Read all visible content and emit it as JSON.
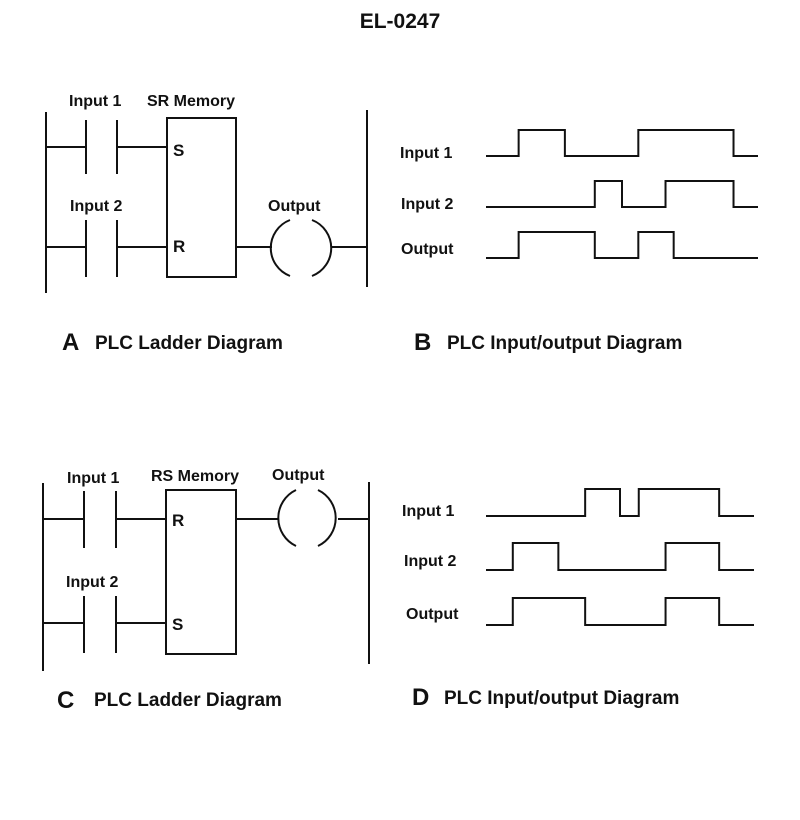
{
  "title": "EL-0247",
  "panels": {
    "A": {
      "letter": "A",
      "caption": "PLC Ladder Diagram",
      "input1": "Input 1",
      "input2": "Input 2",
      "block": "SR Memory",
      "top_pin": "S",
      "bottom_pin": "R",
      "output": "Output"
    },
    "B": {
      "letter": "B",
      "caption": "PLC Input/output Diagram",
      "rows": [
        "Input 1",
        "Input 2",
        "Output"
      ]
    },
    "C": {
      "letter": "C",
      "caption": "PLC Ladder Diagram",
      "input1": "Input 1",
      "input2": "Input 2",
      "block": "RS Memory",
      "top_pin": "R",
      "bottom_pin": "S",
      "output": "Output"
    },
    "D": {
      "letter": "D",
      "caption": "PLC Input/output Diagram",
      "rows": [
        "Input 1",
        "Input 2",
        "Output"
      ]
    }
  },
  "timing": {
    "B": [
      [
        [
          0.12,
          0.29
        ],
        [
          0.56,
          0.91
        ]
      ],
      [
        [
          0.4,
          0.5
        ],
        [
          0.66,
          0.91
        ]
      ],
      [
        [
          0.12,
          0.4
        ],
        [
          0.56,
          0.69
        ]
      ]
    ],
    "D": [
      [
        [
          0.37,
          0.5
        ],
        [
          0.57,
          0.87
        ]
      ],
      [
        [
          0.1,
          0.27
        ],
        [
          0.67,
          0.87
        ]
      ],
      [
        [
          0.1,
          0.37
        ],
        [
          0.67,
          0.87
        ]
      ]
    ]
  }
}
